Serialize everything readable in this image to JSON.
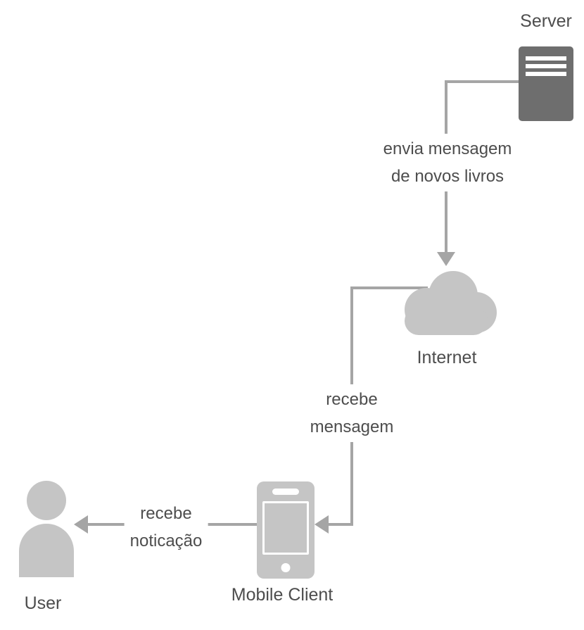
{
  "colors": {
    "dark_icon": "#6e6e6e",
    "light_icon": "#c5c5c5",
    "line": "#a5a5a5",
    "text": "#4d4d4d",
    "background": "#ffffff"
  },
  "nodes": {
    "server": {
      "label": "Server"
    },
    "internet": {
      "label": "Internet"
    },
    "mobile_client": {
      "label": "Mobile Client"
    },
    "user": {
      "label": "User"
    }
  },
  "edges": {
    "server_to_internet": {
      "line1": "envia mensagem",
      "line2": "de novos livros"
    },
    "internet_to_mobile": {
      "line1": "recebe",
      "line2": "mensagem"
    },
    "mobile_to_user": {
      "line1": "recebe",
      "line2": "noticação"
    }
  },
  "icons": {
    "server": "server-icon",
    "internet": "cloud-icon",
    "mobile_client": "smartphone-icon",
    "user": "person-icon"
  }
}
